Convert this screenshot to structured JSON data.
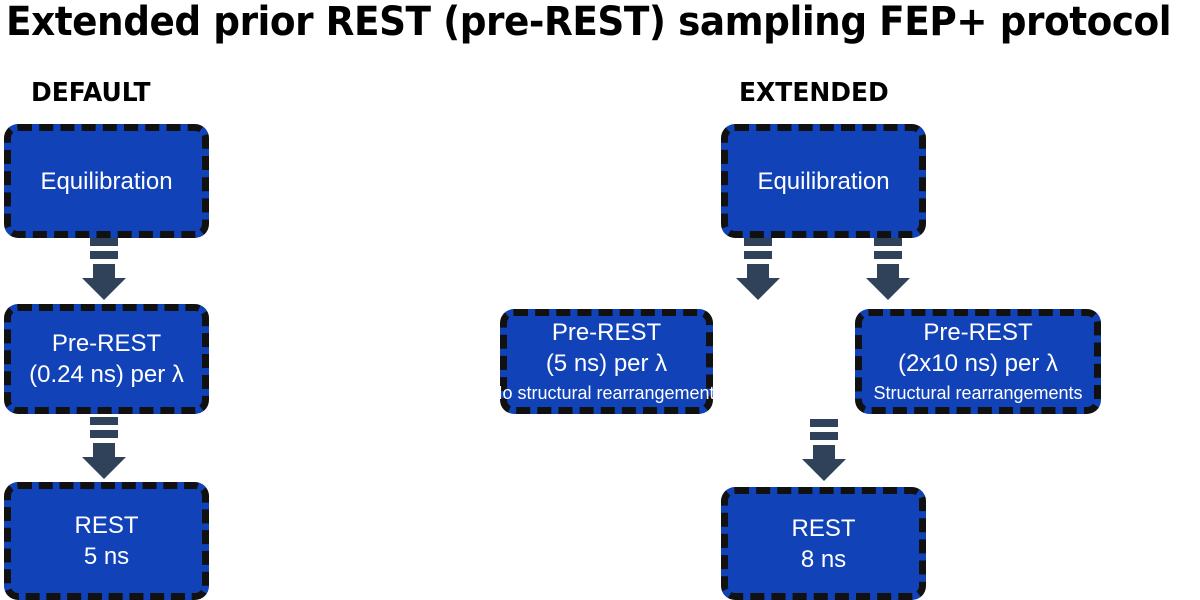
{
  "title": "Extended prior REST (pre-REST) sampling FEP+ protocol",
  "colors": {
    "box_fill": "#1142b8",
    "box_border": "#111111",
    "arrow": "#2f4259",
    "text_on_box": "#ffffff",
    "heading": "#000000",
    "background": "#ffffff"
  },
  "columns": [
    {
      "heading": "DEFAULT",
      "steps": [
        {
          "line1": "Equilibration",
          "line2": "",
          "sub": ""
        },
        {
          "line1": "Pre-REST",
          "line2": "(0.24 ns) per λ",
          "sub": ""
        },
        {
          "line1": "REST",
          "line2": "5 ns",
          "sub": ""
        }
      ]
    },
    {
      "heading": "EXTENDED",
      "steps": [
        {
          "line1": "Equilibration",
          "line2": "",
          "sub": ""
        },
        {
          "line1": "Pre-REST",
          "line2": "(5 ns) per λ",
          "sub": "No structural rearrangements"
        },
        {
          "line1": "Pre-REST",
          "line2": "(2x10 ns) per λ",
          "sub": "Structural rearrangements"
        },
        {
          "line1": "REST",
          "line2": "8 ns",
          "sub": ""
        }
      ]
    }
  ],
  "arrows": [
    {
      "name": "default-equilibration-to-prerest"
    },
    {
      "name": "default-prerest-to-rest"
    },
    {
      "name": "extended-equilibration-to-prerest-left"
    },
    {
      "name": "extended-equilibration-to-prerest-right"
    },
    {
      "name": "extended-prerest-to-rest"
    }
  ]
}
